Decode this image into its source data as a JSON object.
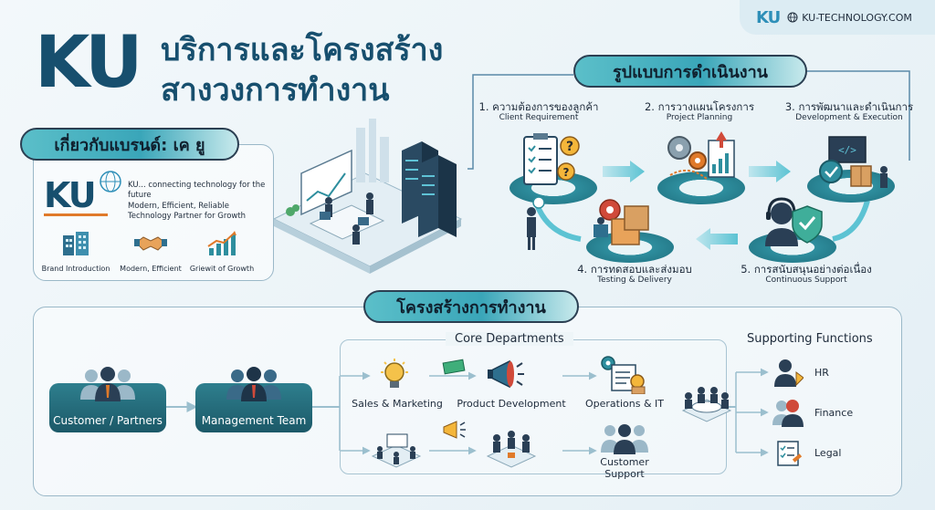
{
  "header": {
    "small_logo": "KU",
    "site": "KU-TECHNOLOGY.COM",
    "big_logo": "KU",
    "title_line1": "บริการและโครงสร้าง",
    "title_line2": "สางวงการทำงาน"
  },
  "brand": {
    "heading": "เกี่ยวกับแบรนด์: เค ยู",
    "logo": "KU",
    "text_line1": "KU... connecting technology for the future",
    "text_line2": "Modern, Efficient, Reliable",
    "text_line3": "Technology Partner for Growth",
    "features": [
      "Brand Introduction",
      "Modern, Efficient",
      "Griewit of Growth"
    ]
  },
  "process": {
    "heading": "รูปแบบการดำเนินงาน",
    "steps": [
      {
        "th": "1. ความต้องการของลูกค้า",
        "en": "Client Requirement"
      },
      {
        "th": "2. การวางแผนโครงการ",
        "en": "Project Planning"
      },
      {
        "th": "3. การพัฒนาและดำเนินการ",
        "en": "Development & Execution"
      },
      {
        "th": "4. การทดสอบและส่งมอบ",
        "en": "Testing & Delivery"
      },
      {
        "th": "5. การสนับสนุนอย่างต่อเนื่อง",
        "en": "Continuous Support"
      }
    ]
  },
  "structure": {
    "heading": "โครงสร้างการทำงาน",
    "customer": "Customer / Partners",
    "management": "Management Team",
    "core_title": "Core Departments",
    "departments": [
      "Sales & Marketing",
      "Product Development",
      "Operations & IT",
      "Customer Support"
    ],
    "supporting_title": "Supporting Functions",
    "supporting": [
      "HR",
      "Finance",
      "Legal"
    ]
  },
  "colors": {
    "primary": "#174f6e",
    "teal": "#2e8e9e",
    "accent": "#e07a2a"
  }
}
